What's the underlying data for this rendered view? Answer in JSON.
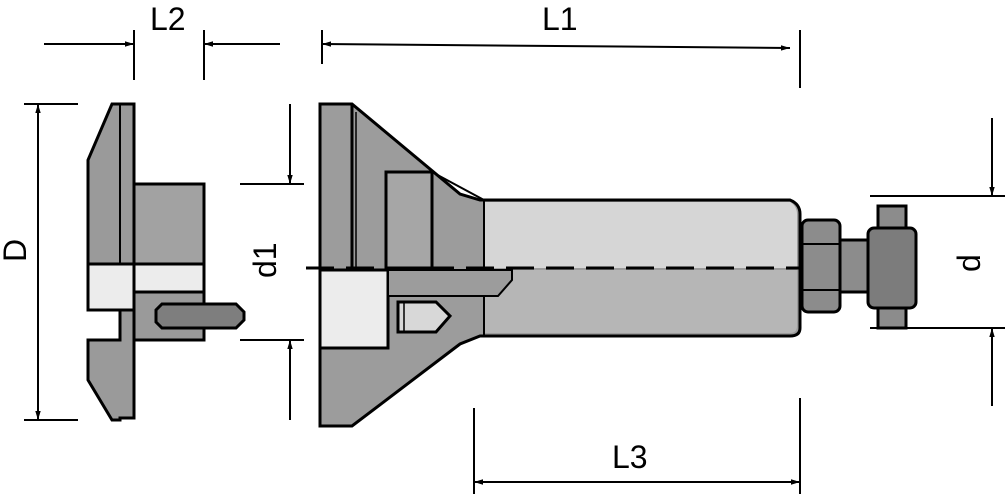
{
  "labels": {
    "L1": "L1",
    "L2": "L2",
    "L3": "L3",
    "D": "D",
    "d1": "d1",
    "d": "d"
  },
  "colors": {
    "body_dark": "#9a9a9a",
    "body_mid": "#b4b4b4",
    "body_light": "#d8d8d8",
    "highlight": "#ececec",
    "outline": "#000000"
  }
}
